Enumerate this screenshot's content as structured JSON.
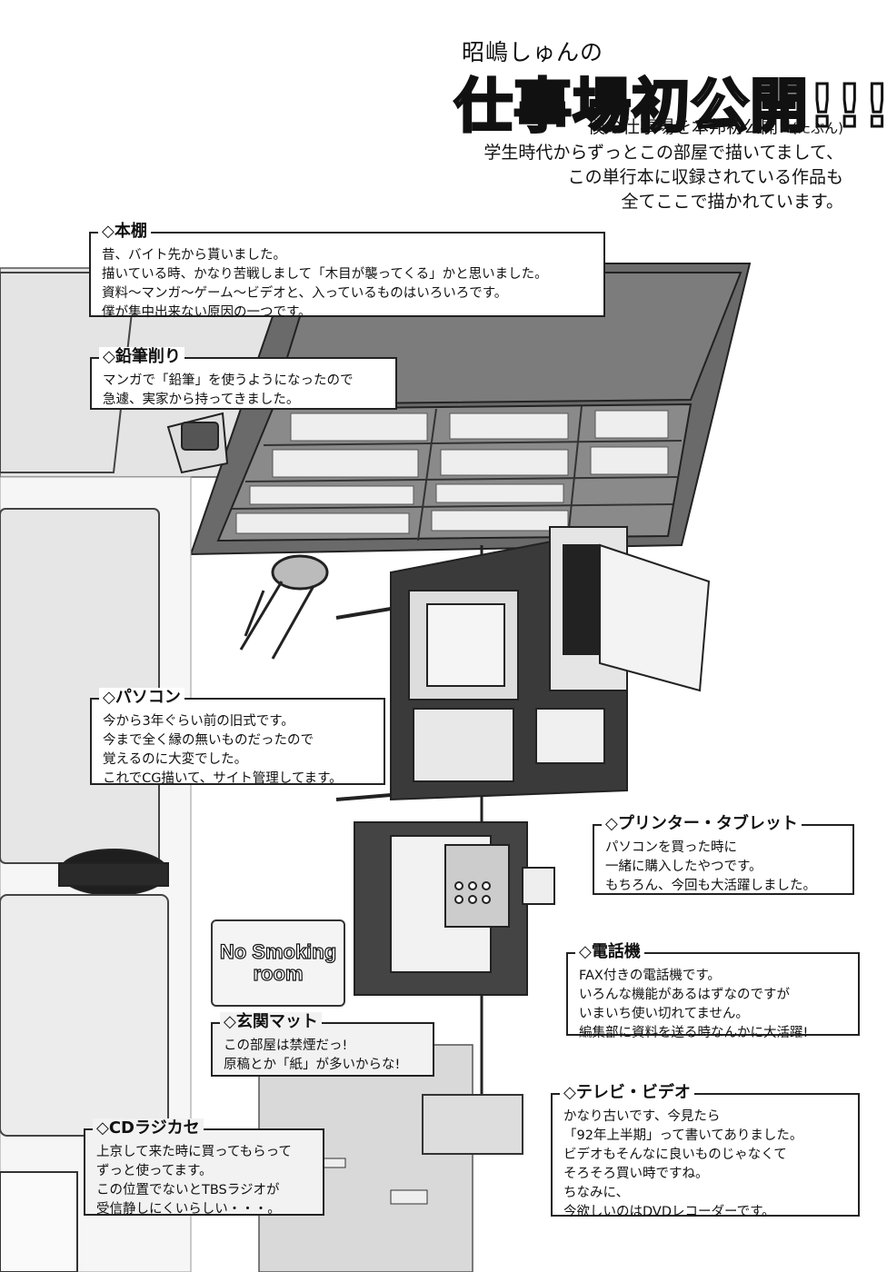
{
  "header": {
    "author": "昭嶋しゅんの",
    "title": "仕事場初公開!!!",
    "lines": [
      "僕の仕事場を本邦初公開!!",
      "学生時代からずっとこの部屋で描いてまして、",
      "この単行本に収録されている作品も",
      "全てここで描かれています。"
    ],
    "line1_note": "(たぶん)"
  },
  "sign": {
    "line1": "No Smoking",
    "line2": "room"
  },
  "callouts": [
    {
      "title": "◇本棚",
      "lines": [
        "昔、バイト先から貰いました。",
        "描いている時、かなり苦戦しまして「木目が襲ってくる」かと思いました。",
        "資料～マンガ～ゲーム～ビデオと、入っているものはいろいろです。",
        "僕が集中出来ない原因の一つです。"
      ]
    },
    {
      "title": "◇鉛筆削り",
      "lines": [
        "マンガで「鉛筆」を使うようになったので",
        "急遽、実家から持ってきました。"
      ]
    },
    {
      "title": "◇パソコン",
      "lines": [
        "今から3年ぐらい前の旧式です。",
        "今まで全く縁の無いものだったので",
        "覚えるのに大変でした。",
        "これでCG描いて、サイト管理してます。"
      ]
    },
    {
      "title": "◇プリンター・タブレット",
      "lines": [
        "パソコンを買った時に",
        "一緒に購入したやつです。",
        "もちろん、今回も大活躍しました。"
      ]
    },
    {
      "title": "◇電話機",
      "lines": [
        "FAX付きの電話機です。",
        "いろんな機能があるはずなのですが",
        "いまいち使い切れてません。",
        "編集部に資料を送る時なんかに大活躍!"
      ]
    },
    {
      "title": "◇玄関マット",
      "lines": [
        "この部屋は禁煙だっ!",
        "原稿とか「紙」が多いからな!"
      ]
    },
    {
      "title": "◇テレビ・ビデオ",
      "lines": [
        "かなり古いです、今見たら",
        "「92年上半期」って書いてありました。",
        "ビデオもそんなに良いものじゃなくて",
        "そろそろ買い時ですね。",
        "ちなみに、",
        "今欲しいのはDVDレコーダーです。"
      ]
    },
    {
      "title": "◇CDラジカセ",
      "lines": [
        "上京して来た時に買ってもらって",
        "ずっと使ってます。",
        "この位置でないとTBSラジオが",
        "受信静しにくいらしい・・・。"
      ]
    }
  ]
}
